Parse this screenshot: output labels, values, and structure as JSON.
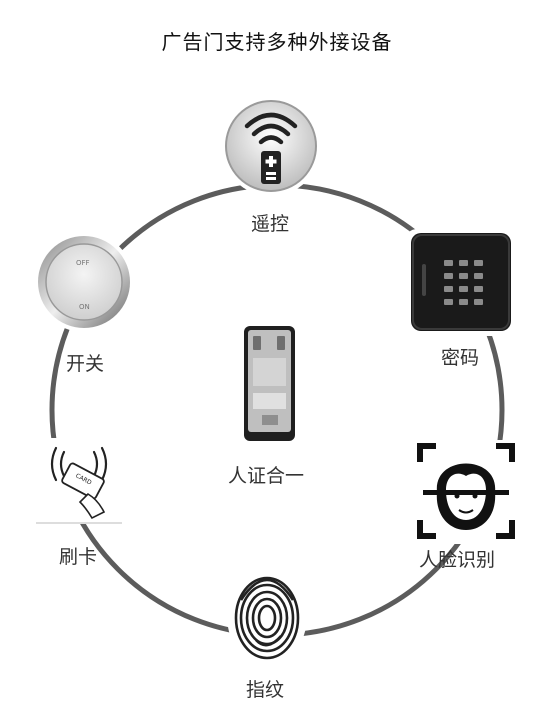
{
  "title": "广告门支持多种外接设备",
  "center_label": "人证合一",
  "devices": [
    {
      "id": "remote",
      "label": "遥控",
      "icon": "remote-wifi-icon"
    },
    {
      "id": "keypad",
      "label": "密码",
      "icon": "keypad-icon"
    },
    {
      "id": "face",
      "label": "人脸识别",
      "icon": "face-recognition-icon"
    },
    {
      "id": "fingerprint",
      "label": "指纹",
      "icon": "fingerprint-icon"
    },
    {
      "id": "card",
      "label": "刷卡",
      "icon": "card-swipe-icon"
    },
    {
      "id": "switch",
      "label": "开关",
      "icon": "switch-button-icon"
    }
  ],
  "switch_text": {
    "off": "OFF",
    "on": "ON"
  },
  "card_text": "CARD",
  "colors": {
    "ring": "#5c5c5c",
    "text": "#333333",
    "title": "#111111",
    "device_dark": "#1a1a1a"
  }
}
